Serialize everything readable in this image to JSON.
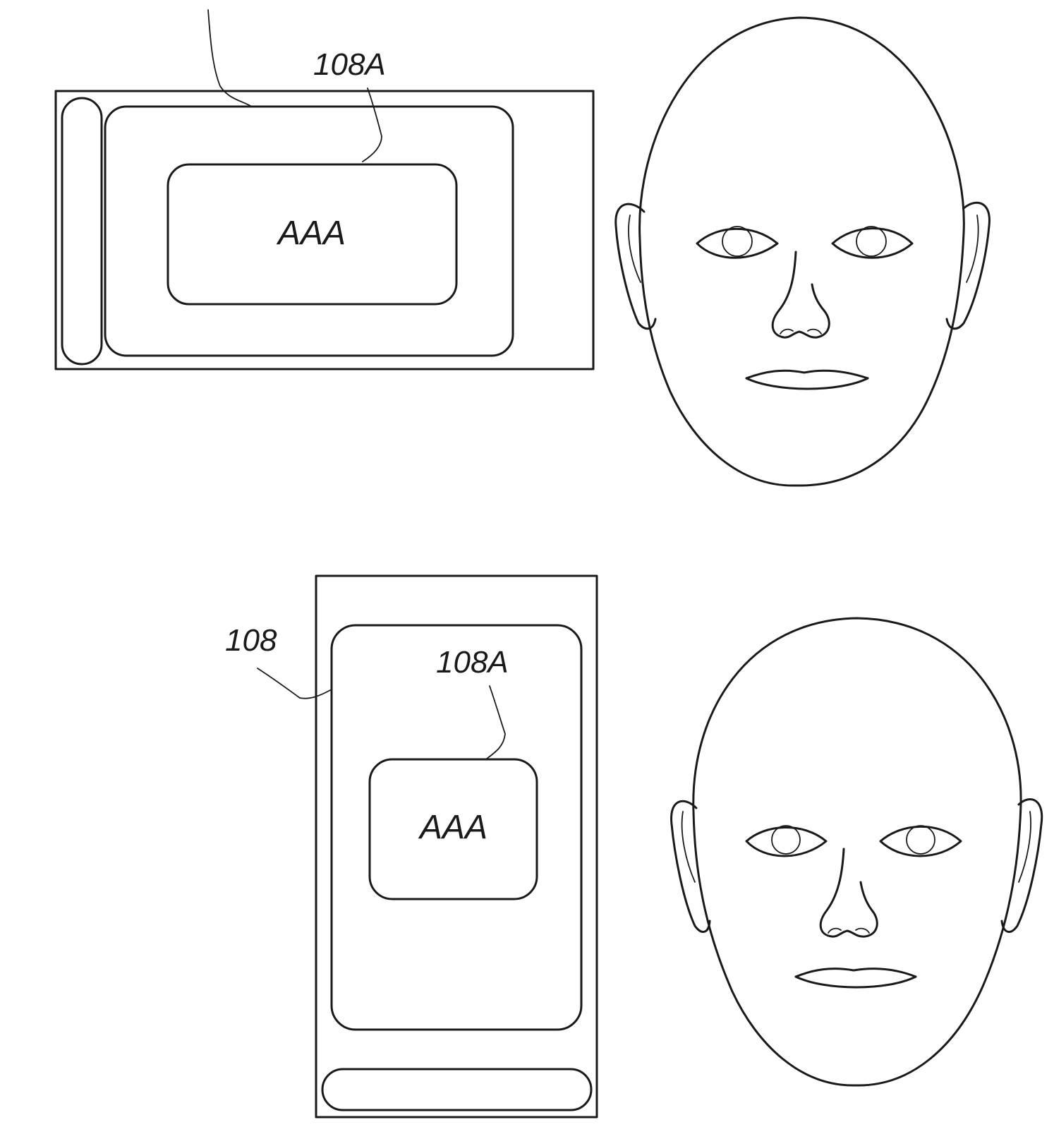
{
  "landscape": {
    "label_content": "108A",
    "content_text": "AAA"
  },
  "portrait": {
    "label_frame": "108",
    "label_content": "108A",
    "content_text": "AAA"
  }
}
